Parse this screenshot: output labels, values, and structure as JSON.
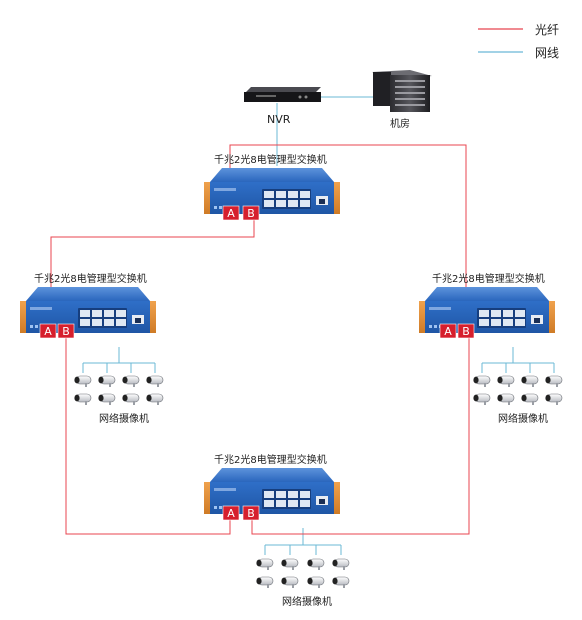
{
  "legend": {
    "fiber_label": "光纤",
    "network_label": "网线",
    "fiber_color": "#e8454f",
    "network_color": "#6bb8d6"
  },
  "nvr": {
    "label": "NVR",
    "device_text": "——————"
  },
  "server_room": {
    "label": "机房"
  },
  "switch": {
    "label": "千兆2光8电管理型交换机",
    "port_a": "A",
    "port_b": "B",
    "body_color": "#2a6cc4",
    "edge_color": "#e5903a",
    "port_color": "#d61f2d"
  },
  "switches": [
    {
      "id": "top",
      "label": "千兆2光8电管理型交换机"
    },
    {
      "id": "left",
      "label": "千兆2光8电管理型交换机"
    },
    {
      "id": "right",
      "label": "千兆2光8电管理型交换机"
    },
    {
      "id": "bottom",
      "label": "千兆2光8电管理型交换机"
    }
  ],
  "camera_groups": [
    {
      "id": "left",
      "label": "网络摄像机"
    },
    {
      "id": "right",
      "label": "网络摄像机"
    },
    {
      "id": "bottom",
      "label": "网络摄像机"
    }
  ]
}
